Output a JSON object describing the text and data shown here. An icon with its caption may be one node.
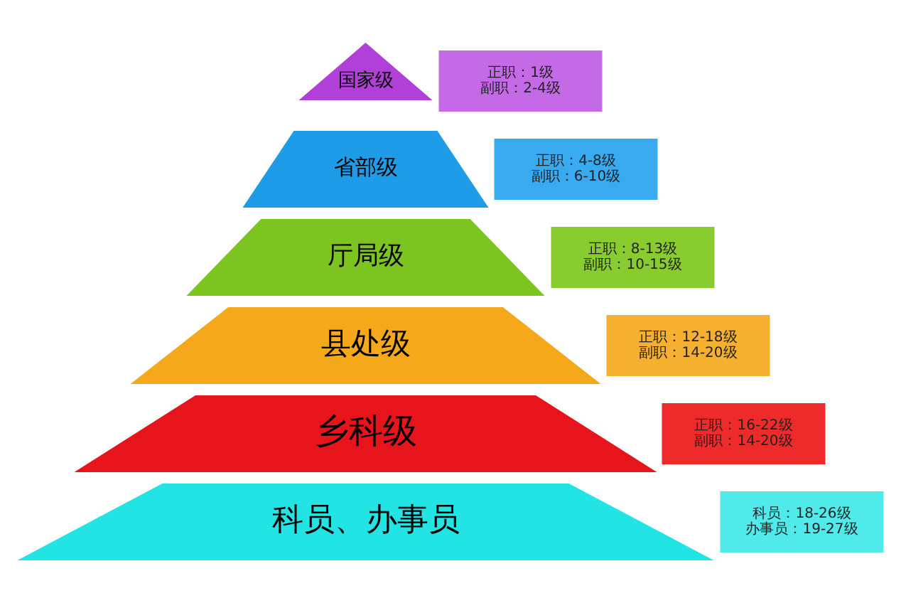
{
  "diagram": {
    "nodes": [
      {
        "text": [
          "国家级"
        ]
      },
      {
        "text": [
          "正职：1级",
          "副职：2-4级"
        ]
      },
      {
        "text": [
          "省部级"
        ]
      },
      {
        "text": [
          "正职：4-8级",
          "副职：6-10级"
        ]
      },
      {
        "text": [
          "厅局级"
        ]
      },
      {
        "text": [
          "正职：8-13级",
          "副职：10-15级"
        ]
      },
      {
        "text": [
          "县处级"
        ]
      },
      {
        "text": [
          "正职：12-18级",
          "副职：14-20级"
        ]
      },
      {
        "text": [
          "乡科级"
        ]
      },
      {
        "text": [
          "正职：16-22级",
          "副职：14-20级"
        ]
      },
      {
        "text": [
          "科员、办事员"
        ]
      },
      {
        "text": [
          "科员：18-26级",
          "办事员：19-27级"
        ]
      }
    ]
  }
}
